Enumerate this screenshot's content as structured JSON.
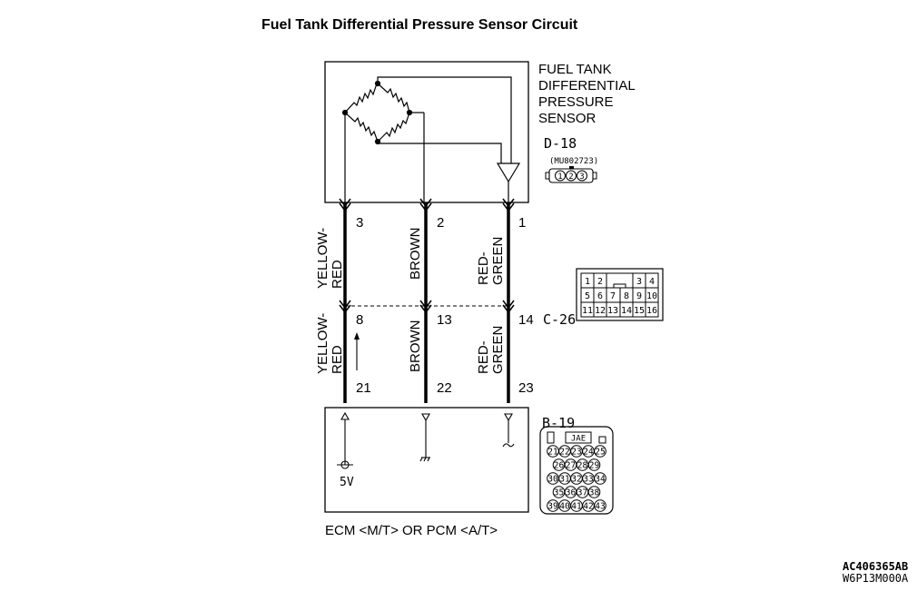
{
  "title": "Fuel Tank Differential Pressure Sensor Circuit",
  "sensor": {
    "name_lines": [
      "FUEL TANK",
      "DIFFERENTIAL",
      "PRESSURE",
      "SENSOR"
    ],
    "connector_id": "D-18",
    "connector_part": "(MU802723)",
    "pins": [
      "1",
      "2",
      "3"
    ]
  },
  "wires_upper": [
    {
      "pin": "3",
      "color_lines": [
        "YELLOW-",
        "RED"
      ]
    },
    {
      "pin": "2",
      "color_lines": [
        "BROWN"
      ]
    },
    {
      "pin": "1",
      "color_lines": [
        "RED-",
        "GREEN"
      ]
    }
  ],
  "junction": {
    "connector_id": "C-26",
    "pins": [
      "8",
      "13",
      "14"
    ],
    "face_top": [
      "1",
      "2",
      "3",
      "4"
    ],
    "face_mid": [
      "5",
      "6",
      "7",
      "8",
      "9",
      "10"
    ],
    "face_bot": [
      "11",
      "12",
      "13",
      "14",
      "15",
      "16"
    ]
  },
  "wires_lower": [
    {
      "pin": "21",
      "color_lines": [
        "YELLOW-",
        "RED"
      ]
    },
    {
      "pin": "22",
      "color_lines": [
        "BROWN"
      ]
    },
    {
      "pin": "23",
      "color_lines": [
        "RED-",
        "GREEN"
      ]
    }
  ],
  "ecm": {
    "connector_id": "B-19",
    "maker": "JAE",
    "voltage": "5V",
    "name": "ECM <M/T> OR PCM <A/T>",
    "face_rows": [
      [
        "21",
        "22",
        "23",
        "24",
        "25"
      ],
      [
        "26",
        "27",
        "28",
        "29"
      ],
      [
        "30",
        "31",
        "32",
        "33",
        "34"
      ],
      [
        "35",
        "36",
        "37",
        "38"
      ],
      [
        "39",
        "40",
        "41",
        "42",
        "43"
      ]
    ]
  },
  "codes": [
    "AC406365AB",
    "W6P13M000A"
  ]
}
